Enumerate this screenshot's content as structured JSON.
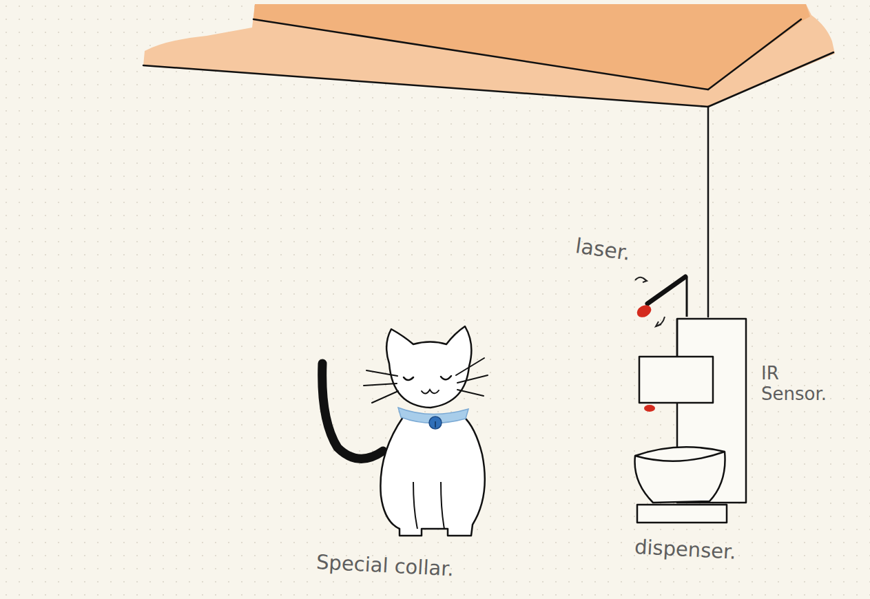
{
  "diagram": {
    "labels": [
      "laser.",
      "IR Sensor.",
      "Special collar.",
      "dispenser."
    ]
  }
}
